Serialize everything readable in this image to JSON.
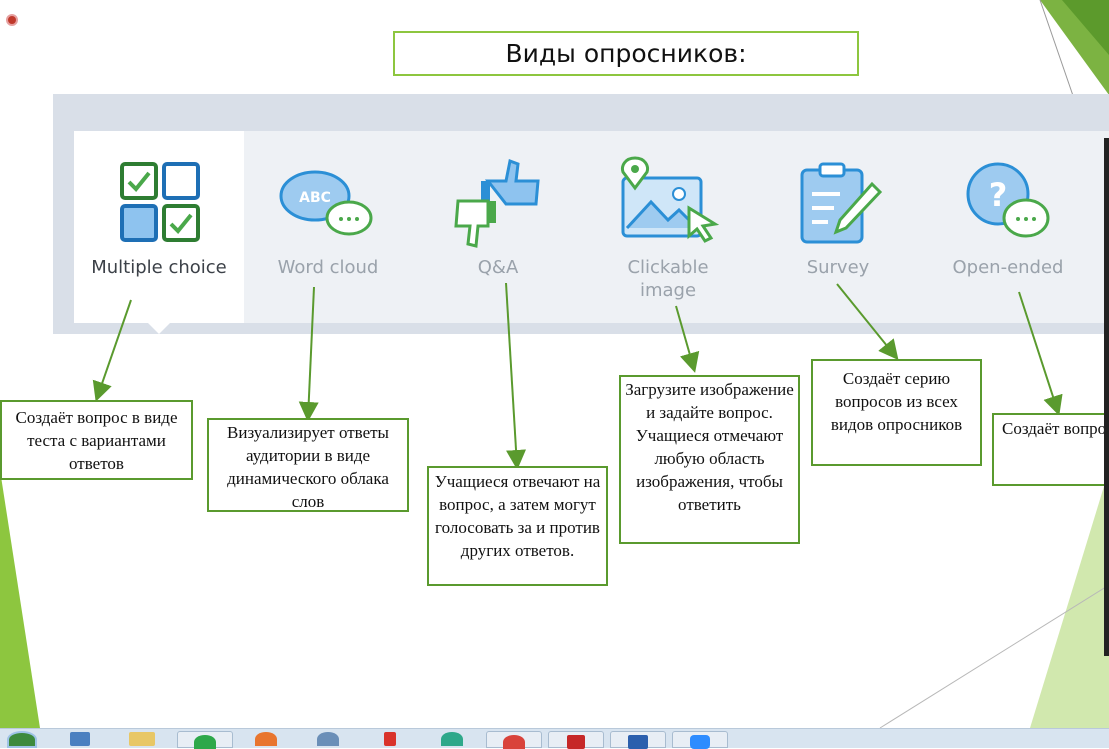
{
  "slide": {
    "title": "Виды опросников:"
  },
  "tabs": [
    {
      "label": "Multiple choice",
      "icon": "multiple-choice-icon",
      "active": true
    },
    {
      "label": "Word cloud",
      "icon": "word-cloud-icon",
      "active": false
    },
    {
      "label": "Q&A",
      "icon": "thumbs-icon",
      "active": false
    },
    {
      "label": "Clickable\nimage",
      "icon": "clickable-image-icon",
      "active": false
    },
    {
      "label": "Survey",
      "icon": "survey-icon",
      "active": false
    },
    {
      "label": "Open-ended",
      "icon": "open-ended-icon",
      "active": false
    }
  ],
  "descriptions": [
    "Создаёт вопрос в виде теста с вариантами ответов",
    "Визуализирует ответы аудитории в виде динамического облака слов",
    "Учащиеся отвечают на вопрос, а затем могут голосовать за и против других ответов.",
    "Загрузите изображение и задайте вопрос. Учащиеся отмечают любую область изображения, чтобы ответить",
    "Создаёт серию вопросов из всех видов опросников",
    "Создаёт вопрос с открытым ответом"
  ],
  "colors": {
    "accent_green": "#8dc63f",
    "box_border": "#5a9a2e",
    "icon_blue": "#2b8fd6",
    "icon_green": "#4aa84a"
  },
  "taskbar": {
    "icons": [
      "start-orb-icon",
      "window-icon",
      "folder-icon",
      "green-app-icon",
      "firefox-icon",
      "audio-icon",
      "yandex-icon",
      "network-app-icon",
      "chrome-icon",
      "pdf-icon",
      "word-icon",
      "zoom-icon"
    ]
  }
}
